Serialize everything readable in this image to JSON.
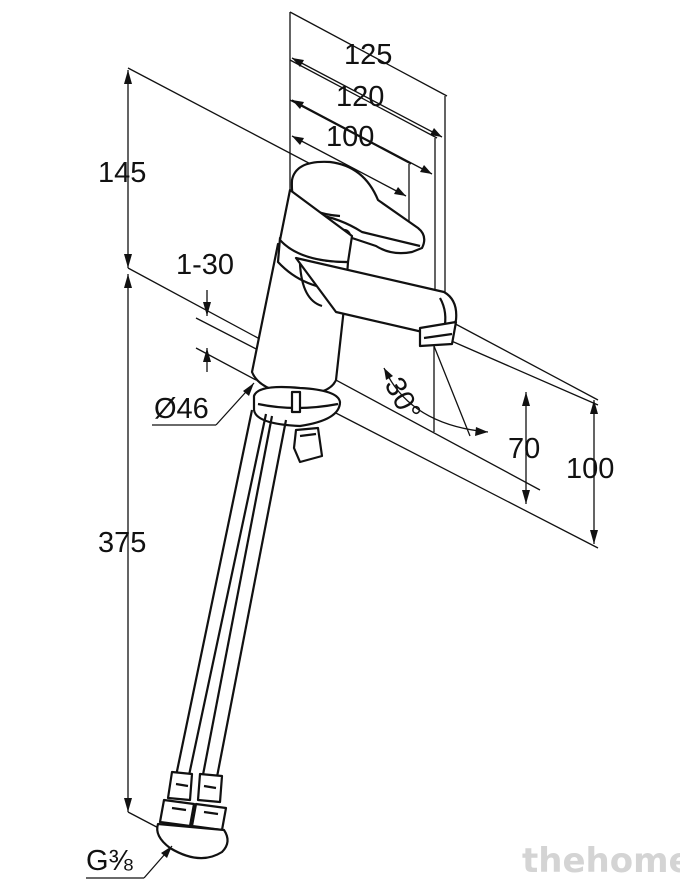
{
  "dimensions": {
    "d125": "125",
    "d120": "120",
    "d100_top": "100",
    "d145": "145",
    "d1_30": "1-30",
    "d_diameter": "Ø46",
    "d30deg": "30°",
    "d70": "70",
    "d100_right": "100",
    "d375": "375",
    "d_thread": "G⅜"
  },
  "watermark": "thehome",
  "colors": {
    "line": "#111111",
    "background": "#ffffff",
    "watermark": "#d4d4d4"
  }
}
